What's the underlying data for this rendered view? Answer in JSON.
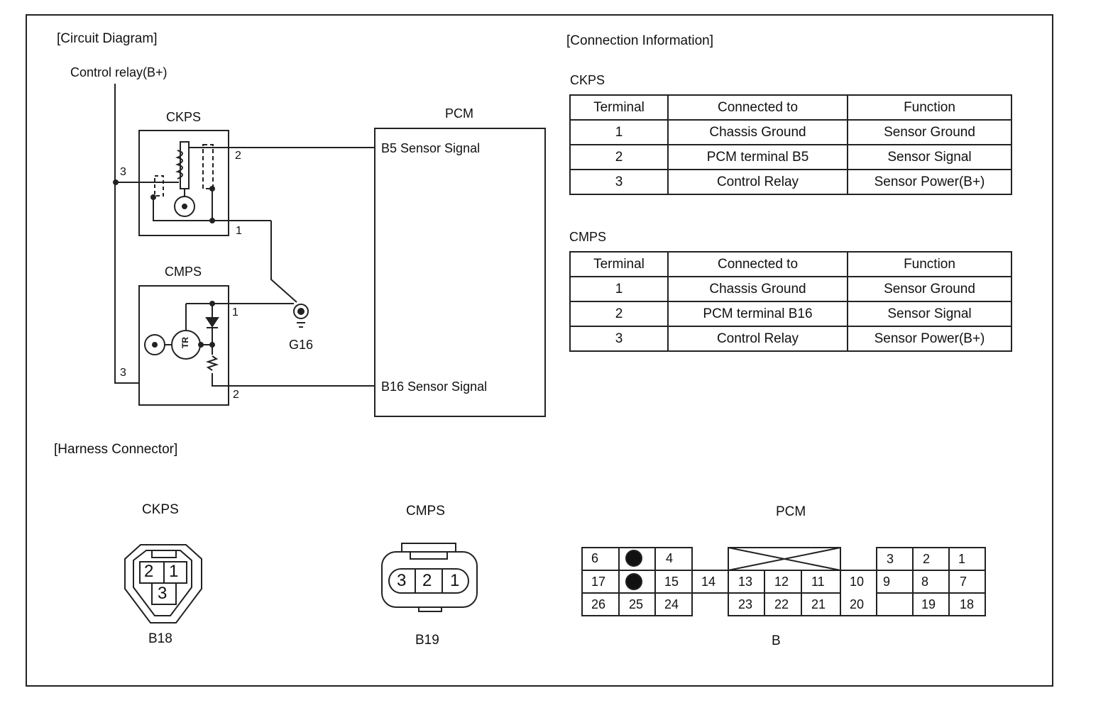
{
  "sections": {
    "circuit": "[Circuit Diagram]",
    "connection": "[Connection Information]",
    "harness": "[Harness Connector]"
  },
  "circuit": {
    "control_relay": "Control relay(B+)",
    "ckps_title": "CKPS",
    "cmps_title": "CMPS",
    "pcm_title": "PCM",
    "b5_signal": "B5 Sensor Signal",
    "b16_signal": "B16 Sensor Signal",
    "ground_label": "G16",
    "tr_label": "TR",
    "ckps_pins": {
      "p3": "3",
      "p2": "2",
      "p1": "1"
    },
    "cmps_pins": {
      "p1": "1",
      "p3": "3",
      "p2": "2"
    }
  },
  "tables": {
    "ckps": {
      "title": "CKPS",
      "headers": [
        "Terminal",
        "Connected to",
        "Function"
      ],
      "rows": [
        [
          "1",
          "Chassis Ground",
          "Sensor Ground"
        ],
        [
          "2",
          "PCM terminal B5",
          "Sensor Signal"
        ],
        [
          "3",
          "Control Relay",
          "Sensor Power(B+)"
        ]
      ]
    },
    "cmps": {
      "title": "CMPS",
      "headers": [
        "Terminal",
        "Connected to",
        "Function"
      ],
      "rows": [
        [
          "1",
          "Chassis Ground",
          "Sensor Ground"
        ],
        [
          "2",
          "PCM terminal B16",
          "Sensor Signal"
        ],
        [
          "3",
          "Control Relay",
          "Sensor Power(B+)"
        ]
      ]
    }
  },
  "harness": {
    "ckps": {
      "title": "CKPS",
      "code": "B18",
      "pins": [
        "2",
        "1",
        "3"
      ]
    },
    "cmps": {
      "title": "CMPS",
      "code": "B19",
      "pins": [
        "3",
        "2",
        "1"
      ]
    },
    "pcm": {
      "title": "PCM",
      "code": "B",
      "row1": [
        "6",
        "4",
        "3",
        "2",
        "1"
      ],
      "row2": [
        "17",
        "15",
        "14",
        "13",
        "12",
        "11",
        "10",
        "9",
        "8",
        "7"
      ],
      "row3": [
        "26",
        "25",
        "24",
        "23",
        "22",
        "21",
        "20",
        "19",
        "18"
      ]
    }
  }
}
